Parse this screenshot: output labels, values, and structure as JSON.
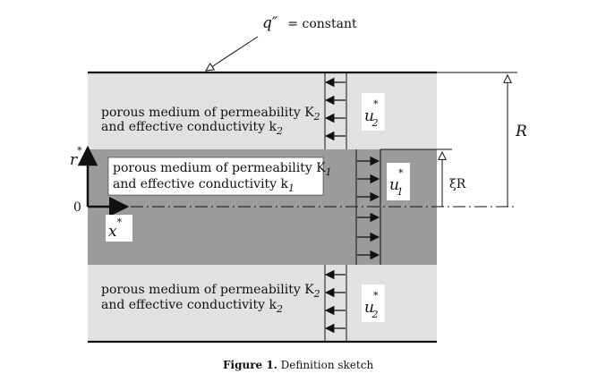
{
  "heat_flux_label": {
    "symbol": "q″",
    "equals_text": "= constant"
  },
  "outer_region_top": {
    "line1": "porous medium of permeability K",
    "line1_sub": "2",
    "line2": "and effective conductivity k",
    "line2_sub": "2",
    "velocity_symbol": "u",
    "velocity_star": "*",
    "velocity_sub": "2"
  },
  "inner_region": {
    "line1": "porous medium of permeability K",
    "line1_sub": "1",
    "line2": "and effective conductivity k",
    "line2_sub": "1",
    "velocity_symbol": "u",
    "velocity_star": "*",
    "velocity_sub": "1"
  },
  "outer_region_bottom": {
    "line1": "porous medium of permeability K",
    "line1_sub": "2",
    "line2": "and effective conductivity k",
    "line2_sub": "2",
    "velocity_symbol": "u",
    "velocity_star": "*",
    "velocity_sub": "2"
  },
  "axes": {
    "origin": "0",
    "r_symbol": "r",
    "r_star": "*",
    "x_symbol": "x",
    "x_star": "*"
  },
  "dimensions": {
    "outer_radius": "R",
    "inner_radius": "ξR"
  },
  "caption": {
    "bold": "Figure   1.",
    "text": " Definition sketch"
  },
  "colors": {
    "outer_region": "#e1e1e1",
    "inner_region": "#9b9b9b",
    "lines": "#111111"
  }
}
